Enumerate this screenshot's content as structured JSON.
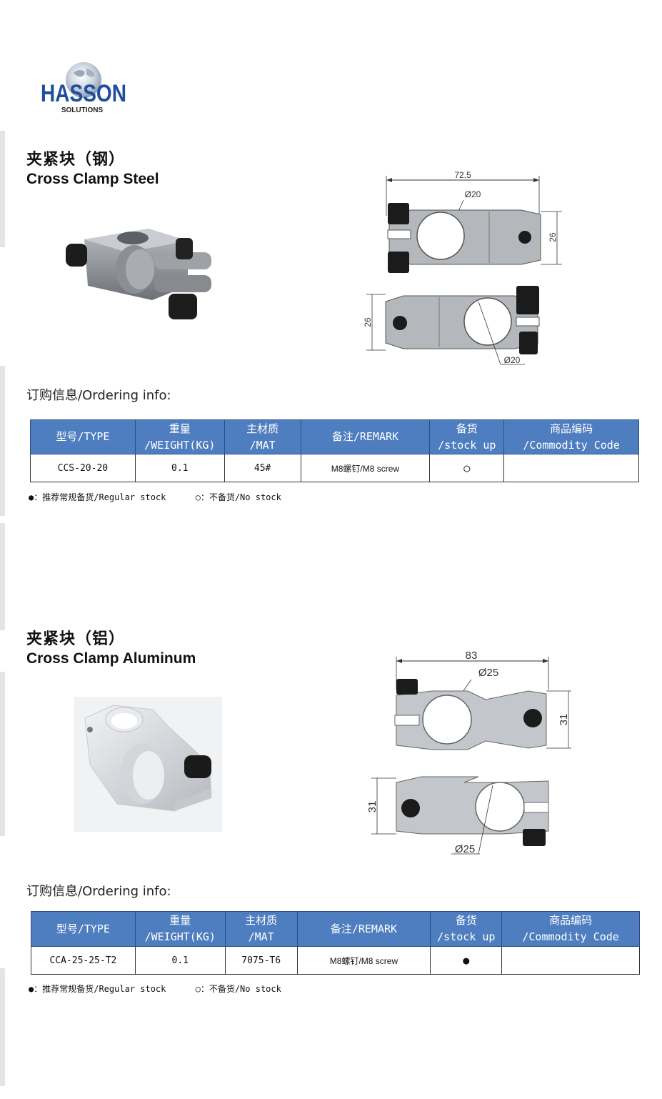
{
  "logo": {
    "brand": "HASSON",
    "tagline": "SOLUTIONS"
  },
  "products": [
    {
      "title_cn": "夹紧块（钢）",
      "title_en": "Cross Clamp Steel",
      "drawing": {
        "length": "72.5",
        "diameter_top": "Ø20",
        "diameter_bottom": "Ø20",
        "height_top": "26",
        "height_bottom": "26"
      },
      "ordering_label": "订购信息/Ordering info:",
      "headers": [
        [
          "型号/TYPE"
        ],
        [
          "重量",
          "/WEIGHT(KG)"
        ],
        [
          "主材质",
          "/MAT"
        ],
        [
          "备注/REMARK"
        ],
        [
          "备货",
          "/stock up"
        ],
        [
          "商品编码",
          "/Commodity Code"
        ]
      ],
      "row": {
        "type": "CCS-20-20",
        "weight": "0.1",
        "mat": "45#",
        "remark": "M8螺钉/M8 screw",
        "stock": "○",
        "code": ""
      },
      "legend": {
        "regular": "●：推荐常规备货/Regular stock",
        "no_stock": "○：不备货/No stock"
      }
    },
    {
      "title_cn": "夹紧块（铝）",
      "title_en": "Cross Clamp Aluminum",
      "drawing": {
        "length": "83",
        "diameter_top": "Ø25",
        "diameter_bottom": "Ø25",
        "height_top": "31",
        "height_bottom": "31"
      },
      "ordering_label": "订购信息/Ordering info:",
      "headers": [
        [
          "型号/TYPE"
        ],
        [
          "重量",
          "/WEIGHT(KG)"
        ],
        [
          "主材质",
          "/MAT"
        ],
        [
          "备注/REMARK"
        ],
        [
          "备货",
          "/stock up"
        ],
        [
          "商品编码",
          "/Commodity Code"
        ]
      ],
      "row": {
        "type": "CCA-25-25-T2",
        "weight": "0.1",
        "mat": "7075-T6",
        "remark": "M8螺钉/M8 screw",
        "stock": "●",
        "code": ""
      },
      "legend": {
        "regular": "●：推荐常规备货/Regular stock",
        "no_stock": "○：不备货/No stock"
      }
    }
  ],
  "colors": {
    "header_bg": "#4f7ec0",
    "logo_blue": "#1f4e9c"
  }
}
